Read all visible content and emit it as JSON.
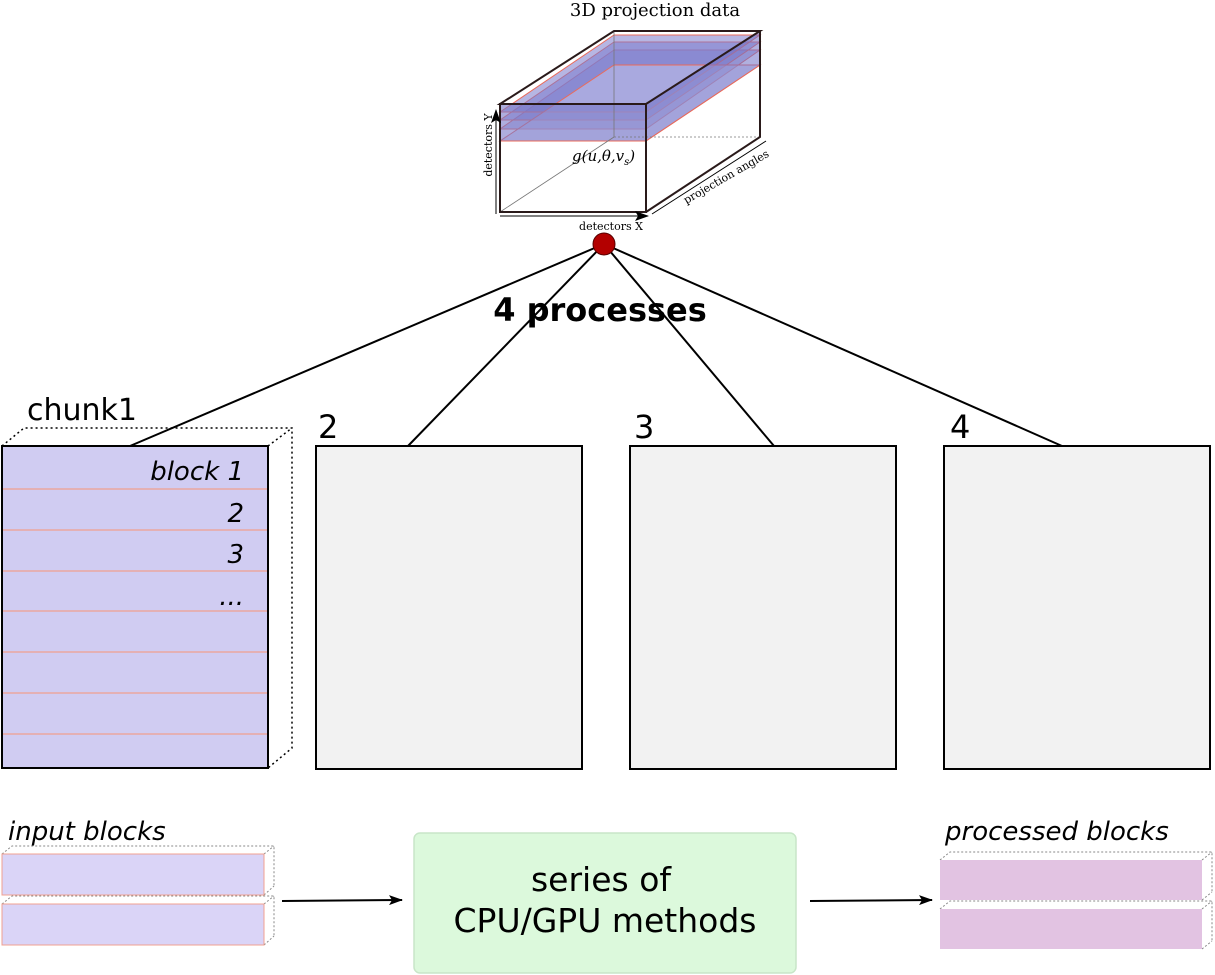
{
  "top_volume": {
    "title": "3D projection data",
    "function_label": "g(u,θ,v",
    "function_subscript": "s",
    "function_close": ")",
    "axis_y": "detectors Y",
    "axis_x": "detectors X",
    "axis_depth": "projection angles"
  },
  "processes_label": "4 processes",
  "chunks": [
    {
      "label": "chunk1",
      "block_labels": [
        "block 1",
        "2",
        "3",
        "..."
      ]
    },
    {
      "label": "2"
    },
    {
      "label": "3"
    },
    {
      "label": "4"
    }
  ],
  "pipeline": {
    "input_label": "input blocks",
    "method_line1": "series of",
    "method_line2": "CPU/GPU methods",
    "output_label": "processed blocks"
  },
  "colors": {
    "block_fill": "#d0ccf2",
    "block_lines": "#f0a090",
    "empty_chunk_fill": "#f2f2f2",
    "method_fill": "#dcf9dc",
    "processed_fill": "#e2c3e2",
    "node": "#b30000"
  }
}
